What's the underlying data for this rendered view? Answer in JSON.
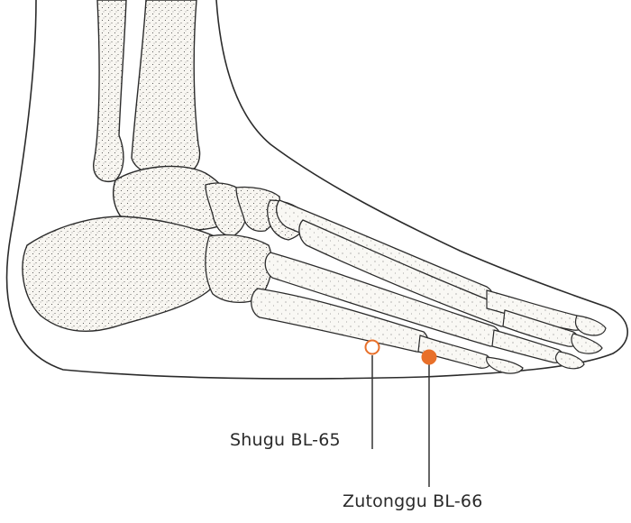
{
  "diagram": {
    "points": [
      {
        "id": "shugu",
        "label": "Shugu BL-65",
        "marker_style": "hollow",
        "color": "#e8702a"
      },
      {
        "id": "zutonggu",
        "label": "Zutonggu BL-66",
        "marker_style": "filled",
        "color": "#e8702a"
      }
    ],
    "colors": {
      "outline": "#2b2b2b",
      "bone_fill": "#f7f4ee",
      "stipple": "#3a3a3a",
      "leader_line": "#333333",
      "marker": "#e8702a"
    }
  }
}
